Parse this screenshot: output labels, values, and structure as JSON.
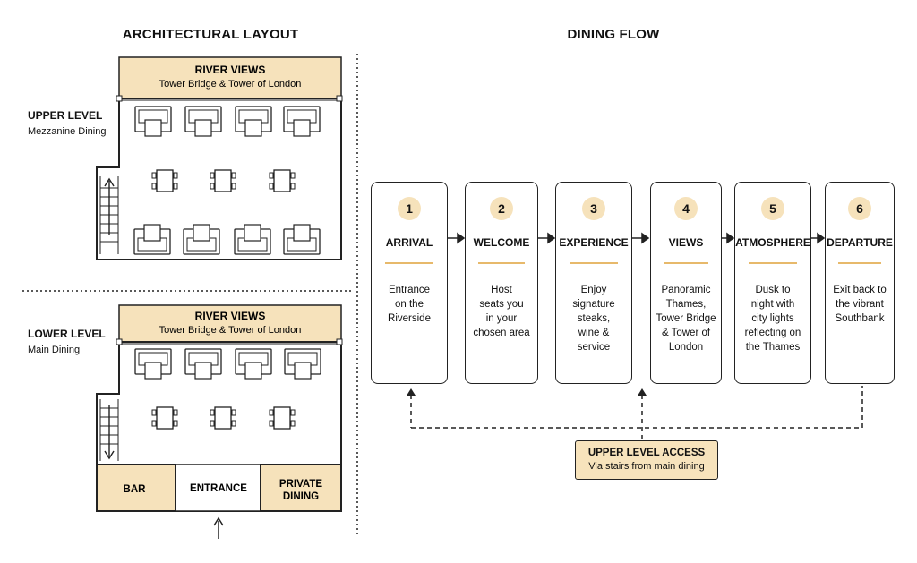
{
  "layout": {
    "title": "ARCHITECTURAL LAYOUT",
    "upper": {
      "level_title": "UPPER LEVEL",
      "level_sub": "Mezzanine Dining",
      "views_title": "RIVER VIEWS",
      "views_sub": "Tower Bridge & Tower of London"
    },
    "lower": {
      "level_title": "LOWER LEVEL",
      "level_sub": "Main Dining",
      "views_title": "RIVER VIEWS",
      "views_sub": "Tower Bridge & Tower of London",
      "bar": "BAR",
      "entrance": "ENTRANCE",
      "private_line1": "PRIVATE",
      "private_line2": "DINING"
    }
  },
  "flow": {
    "title": "DINING FLOW",
    "steps": [
      {
        "num": "1",
        "name": "ARRIVAL",
        "desc": [
          "Entrance",
          "on the",
          "Riverside"
        ]
      },
      {
        "num": "2",
        "name": "WELCOME",
        "desc": [
          "Host",
          "seats you",
          "in your",
          "chosen area"
        ]
      },
      {
        "num": "3",
        "name": "EXPERIENCE",
        "desc": [
          "Enjoy",
          "signature",
          "steaks,",
          "wine &",
          "service"
        ]
      },
      {
        "num": "4",
        "name": "VIEWS",
        "desc": [
          "Panoramic",
          "Thames,",
          "Tower Bridge",
          "& Tower of",
          "London"
        ]
      },
      {
        "num": "5",
        "name": "ATMOSPHERE",
        "desc": [
          "Dusk to",
          "night with",
          "city lights",
          "reflecting on",
          "the Thames"
        ]
      },
      {
        "num": "6",
        "name": "DEPARTURE",
        "desc": [
          "Exit back to",
          "the vibrant",
          "Southbank"
        ]
      }
    ],
    "access_title": "UPPER LEVEL ACCESS",
    "access_sub": "Via stairs from main dining"
  },
  "colors": {
    "accent_fill": "#f6e2bb",
    "accent_rule": "#e7b96b",
    "line": "#222222"
  }
}
